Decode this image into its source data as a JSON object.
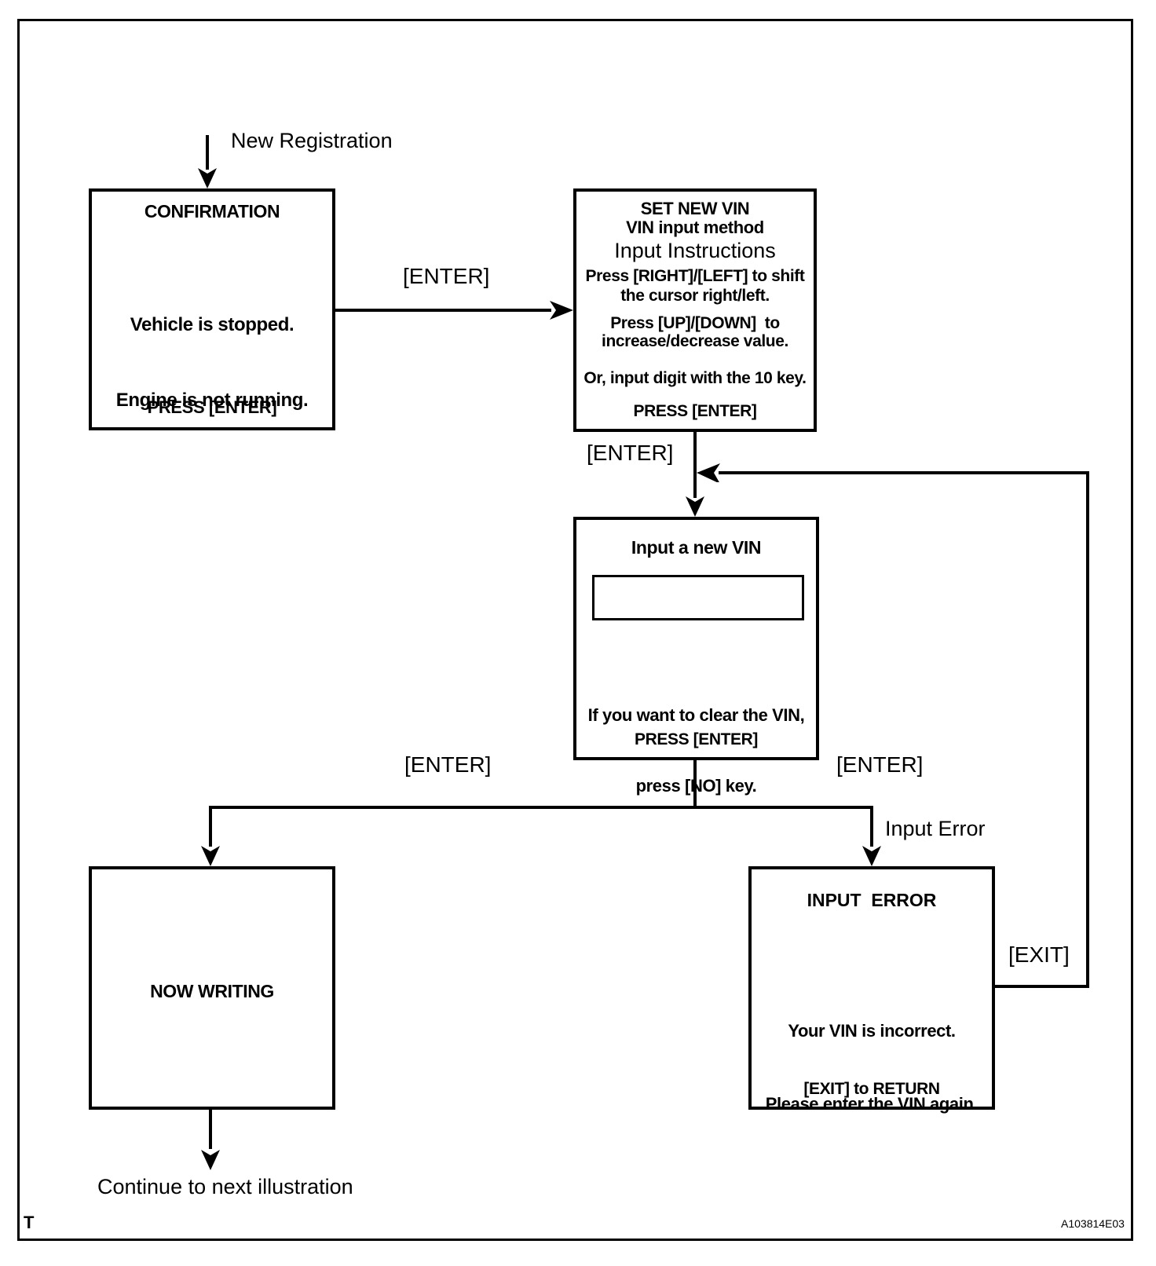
{
  "page": {
    "background_color": "#ffffff",
    "line_color": "#000000"
  },
  "labels": {
    "entry": "New Registration",
    "enter_confirm_to_vin": "[ENTER]",
    "enter_vin_to_input": "[ENTER]",
    "enter_to_writing": "[ENTER]",
    "enter_to_error": "[ENTER]",
    "input_error_branch": "Input Error",
    "exit_loop": "[EXIT]",
    "continue_note": "Continue to next illustration",
    "corner_mark": "T",
    "figure_code": "A103814E03"
  },
  "boxes": {
    "confirmation": {
      "title": "CONFIRMATION",
      "body": [
        "Vehicle is stopped.",
        "Engine is not running."
      ],
      "footer": "PRESS [ENTER]"
    },
    "set_new_vin": {
      "heading": [
        "SET NEW VIN",
        "VIN input method"
      ],
      "subheading": "Input Instructions",
      "instructions": [
        "Press [RIGHT]/[LEFT] to shift",
        "the cursor right/left.",
        "Press [UP]/[DOWN]  to",
        "increase/decrease value."
      ],
      "alt_instruction": "Or, input digit with the 10 key.",
      "footer": "PRESS [ENTER]"
    },
    "input_vin": {
      "title": "Input a new VIN",
      "field_value": "",
      "body": [
        "If you want to clear the VIN,",
        "press [NO] key."
      ],
      "footer": "PRESS [ENTER]"
    },
    "now_writing": {
      "title": "NOW WRITING"
    },
    "input_error": {
      "title": "INPUT  ERROR",
      "body": [
        "Your VIN is incorrect.",
        "Please enter the VIN again."
      ],
      "footer": "[EXIT] to RETURN"
    }
  }
}
